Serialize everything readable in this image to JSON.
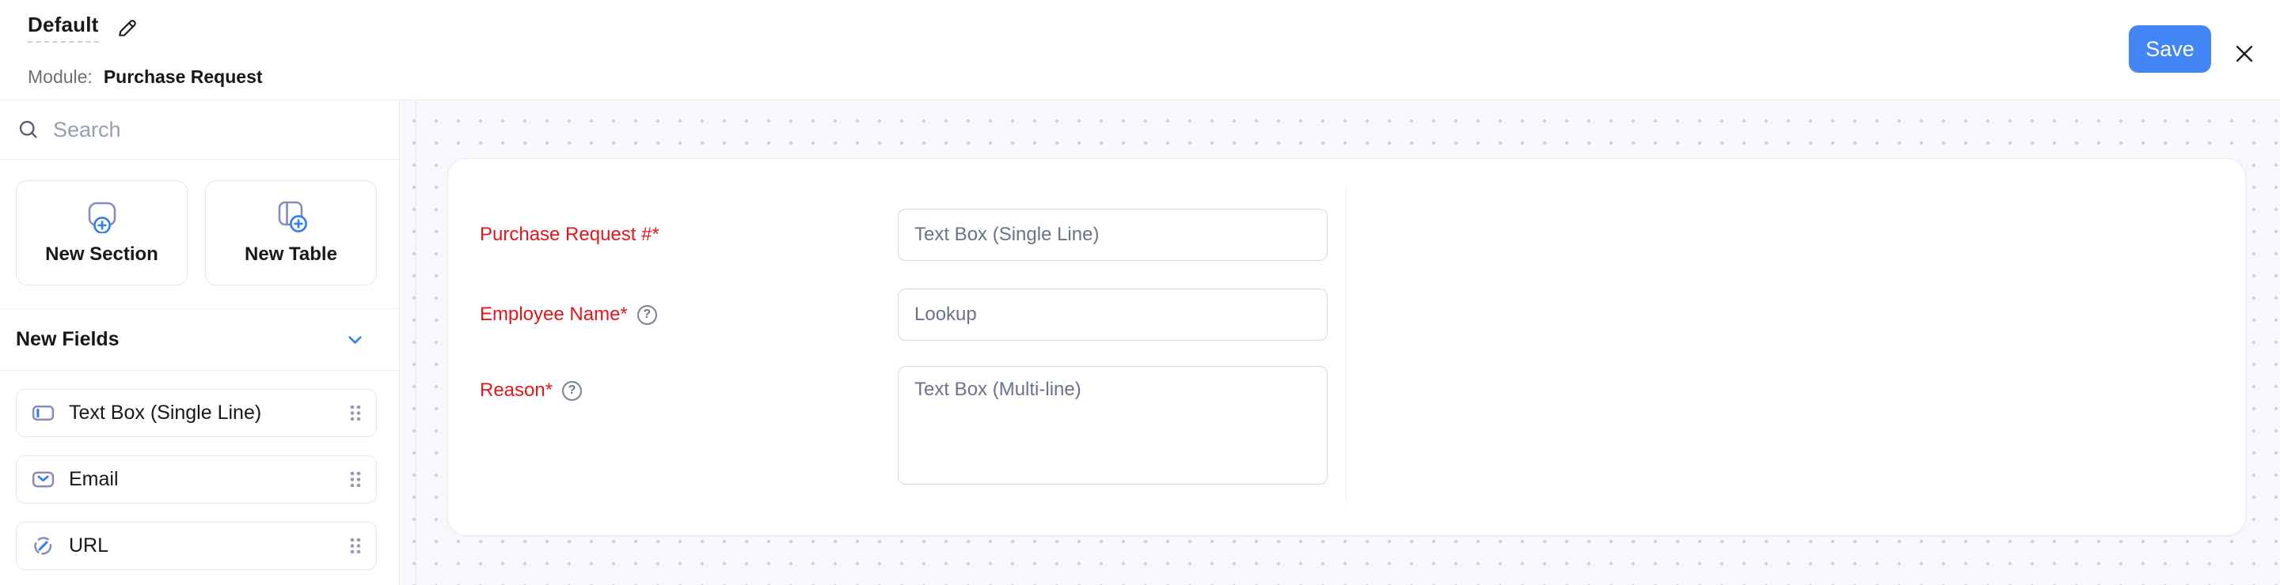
{
  "header": {
    "title": "Default",
    "module_label": "Module:",
    "module_value": "Purchase Request",
    "save_label": "Save",
    "edit_icon": "pencil-icon",
    "close_icon": "close-icon"
  },
  "sidebar": {
    "search": {
      "placeholder": "Search",
      "icon": "search-icon"
    },
    "create_cards": [
      {
        "label": "New Section",
        "icon": "section-add-icon"
      },
      {
        "label": "New Table",
        "icon": "table-add-icon"
      }
    ],
    "fields_section": {
      "title": "New Fields",
      "icon": "chevron-down-icon"
    },
    "field_types": [
      {
        "label": "Text Box (Single Line)",
        "icon": "textbox-single-line-icon"
      },
      {
        "label": "Email",
        "icon": "email-icon"
      },
      {
        "label": "URL",
        "icon": "url-icon"
      }
    ],
    "drag_handle_icon": "drag-handle-icon"
  },
  "form": {
    "help_glyph": "?",
    "rows": [
      {
        "label": "Purchase Request #*",
        "placeholder": "Text Box (Single Line)",
        "control": "single-line-input",
        "has_help": false
      },
      {
        "label": "Employee Name*",
        "placeholder": "Lookup",
        "control": "lookup-input",
        "has_help": true
      },
      {
        "label": "Reason*",
        "placeholder": "Text Box (Multi-line)",
        "control": "multi-line-textarea",
        "has_help": true
      }
    ]
  },
  "colors": {
    "accent_blue": "#4285f4",
    "required_label_red": "#e2171d",
    "icon_outline_purple": "#878dba",
    "icon_accent_blue": "#2f7cf6",
    "canvas_dot": "#cbcfe2"
  }
}
